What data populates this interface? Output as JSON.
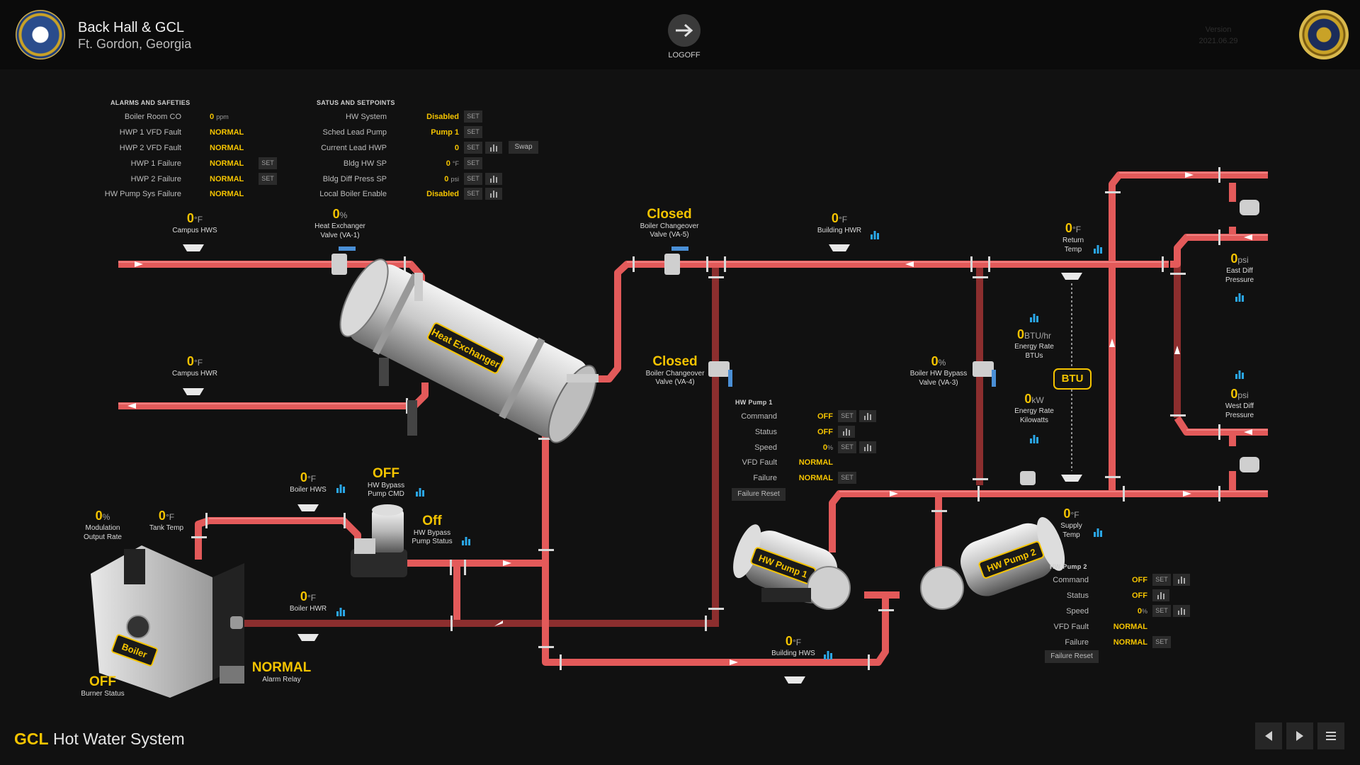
{
  "header": {
    "site_name": "Back Hall & GCL",
    "site_location": "Ft. Gordon, Georgia",
    "logoff_label": "LOGOFF",
    "version_label": "Version",
    "version_value": "2021.06.29"
  },
  "colors": {
    "accent": "#f5c400",
    "pipe": "#e35a5a",
    "pipe_dark": "#8c2e2e",
    "trend": "#2aa7e8",
    "background": "#111111"
  },
  "alarms": {
    "title": "ALARMS AND SAFETIES",
    "rows": [
      {
        "label": "Boiler Room CO",
        "value": "0",
        "unit": "ppm"
      },
      {
        "label": "HWP 1 VFD Fault",
        "value": "NORMAL"
      },
      {
        "label": "HWP 2 VFD Fault",
        "value": "NORMAL"
      },
      {
        "label": "HWP 1 Failure",
        "value": "NORMAL",
        "set": "SET"
      },
      {
        "label": "HWP 2 Failure",
        "value": "NORMAL",
        "set": "SET"
      },
      {
        "label": "HW Pump Sys Failure",
        "value": "NORMAL"
      }
    ]
  },
  "setpoints": {
    "title": "SATUS AND SETPOINTS",
    "swap_label": "Swap",
    "rows": [
      {
        "label": "HW System",
        "value": "Disabled",
        "set": "SET"
      },
      {
        "label": "Sched Lead Pump",
        "value": "Pump 1",
        "set": "SET"
      },
      {
        "label": "Current Lead HWP",
        "value": "0",
        "set": "SET"
      },
      {
        "label": "Bldg HW SP",
        "value": "0",
        "unit": "°F",
        "set": "SET"
      },
      {
        "label": "Bldg Diff Press SP",
        "value": "0",
        "unit": "psi",
        "set": "SET"
      },
      {
        "label": "Local Boiler Enable",
        "value": "Disabled",
        "set": "SET"
      }
    ]
  },
  "points": {
    "campus_hws": {
      "value": "0",
      "unit": "°F",
      "name": "Campus HWS"
    },
    "campus_hwr": {
      "value": "0",
      "unit": "°F",
      "name": "Campus HWR"
    },
    "hx_valve": {
      "value": "0",
      "unit": "%",
      "name1": "Heat Exchanger",
      "name2": "Valve (VA-1)"
    },
    "boiler_hws": {
      "value": "0",
      "unit": "°F",
      "name": "Boiler HWS"
    },
    "boiler_hwr": {
      "value": "0",
      "unit": "°F",
      "name": "Boiler HWR"
    },
    "modulation": {
      "value": "0",
      "unit": "%",
      "name1": "Modulation",
      "name2": "Output Rate"
    },
    "tank_temp": {
      "value": "0",
      "unit": "°F",
      "name": "Tank Temp"
    },
    "building_hwr": {
      "value": "0",
      "unit": "°F",
      "name": "Building HWR"
    },
    "building_hws": {
      "value": "0",
      "unit": "°F",
      "name": "Building HWS"
    },
    "return_temp": {
      "value": "0",
      "unit": "°F",
      "name1": "Return",
      "name2": "Temp"
    },
    "supply_temp": {
      "value": "0",
      "unit": "°F",
      "name1": "Supply",
      "name2": "Temp"
    },
    "east_diff": {
      "value": "0",
      "unit": "psi",
      "name1": "East Diff",
      "name2": "Pressure"
    },
    "west_diff": {
      "value": "0",
      "unit": "psi",
      "name1": "West Diff",
      "name2": "Pressure"
    },
    "energy_btu": {
      "value": "0",
      "unit": "BTU/hr",
      "name1": "Energy Rate",
      "name2": "BTUs"
    },
    "energy_kw": {
      "value": "0",
      "unit": "kW",
      "name1": "Energy Rate",
      "name2": "Kilowatts"
    },
    "bypass_valve": {
      "value": "0",
      "unit": "%",
      "name1": "Boiler HW Bypass",
      "name2": "Valve (VA-3)"
    },
    "changeover_va5": {
      "state": "Closed",
      "name1": "Boiler Changeover",
      "name2": "Valve (VA-5)"
    },
    "changeover_va4": {
      "state": "Closed",
      "name1": "Boiler Changeover",
      "name2": "Valve (VA-4)"
    },
    "bypass_pump_cmd": {
      "state": "OFF",
      "name1": "HW Bypass",
      "name2": "Pump CMD"
    },
    "bypass_pump_status": {
      "state": "Off",
      "name1": "HW Bypass",
      "name2": "Pump Status"
    },
    "burner_status": {
      "state": "OFF",
      "name": "Burner Status"
    },
    "alarm_relay": {
      "state": "NORMAL",
      "name": "Alarm Relay"
    }
  },
  "equipment": {
    "heat_exchanger": "Heat Exchanger",
    "boiler": "Boiler",
    "pump1": "HW Pump 1",
    "pump2": "HW Pump 2",
    "btu": "BTU"
  },
  "pump1_panel": {
    "title": "HW Pump 1",
    "command_label": "Command",
    "command_value": "OFF",
    "status_label": "Status",
    "status_value": "OFF",
    "speed_label": "Speed",
    "speed_value": "0",
    "speed_unit": "%",
    "vfd_label": "VFD Fault",
    "vfd_value": "NORMAL",
    "failure_label": "Failure",
    "failure_value": "NORMAL",
    "set_label": "SET",
    "reset_label": "Failure Reset"
  },
  "pump2_panel": {
    "title": "HW Pump 2",
    "command_label": "Command",
    "command_value": "OFF",
    "status_label": "Status",
    "status_value": "OFF",
    "speed_label": "Speed",
    "speed_value": "0",
    "speed_unit": "%",
    "vfd_label": "VFD Fault",
    "vfd_value": "NORMAL",
    "failure_label": "Failure",
    "failure_value": "NORMAL",
    "set_label": "SET",
    "reset_label": "Failure Reset"
  },
  "footer": {
    "title_bold": "GCL",
    "title_rest": "Hot Water System"
  },
  "icons": {
    "logoff": "arrow-right-icon",
    "prev": "triangle-left-icon",
    "next": "triangle-right-icon",
    "menu": "hamburger-menu-icon",
    "trend": "bar-chart-icon"
  }
}
